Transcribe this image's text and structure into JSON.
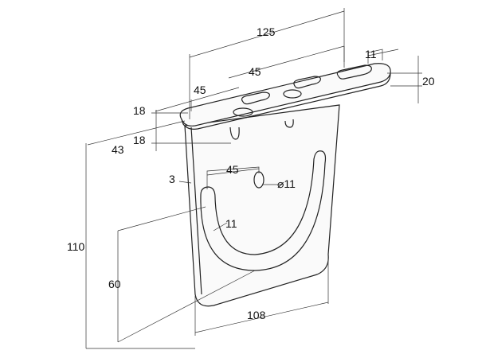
{
  "drawing": {
    "title": "Bracket dimension drawing",
    "dimensions": {
      "top_length": "125",
      "top_slot_spacing": "45",
      "slot_width": "11",
      "plate_width": "20",
      "left_slot_spacing": "45",
      "edge_offset_top": "18",
      "edge_offset_lower": "18",
      "depth": "43",
      "hole_offset": "45",
      "hole_diameter": "⌀11",
      "thickness": "3",
      "u_slot_width": "11",
      "height": "110",
      "u_slot_height": "60",
      "bottom_width": "108"
    }
  }
}
